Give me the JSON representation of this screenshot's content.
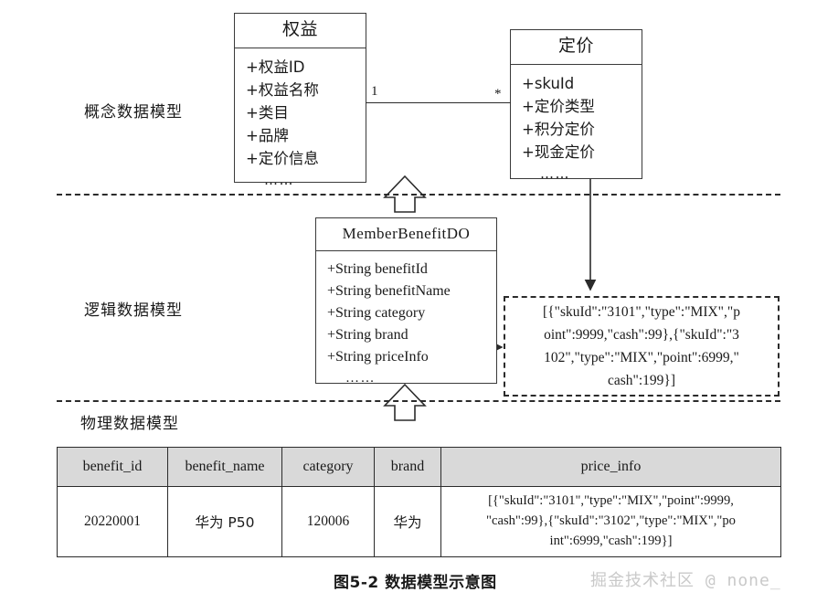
{
  "figure": {
    "caption": "图5-2 数据模型示意图",
    "watermark": "掘金技术社区 @ none_"
  },
  "layers": [
    {
      "label": "概念数据模型"
    },
    {
      "label": "逻辑数据模型"
    },
    {
      "label": "物理数据模型"
    }
  ],
  "conceptual": {
    "class_benefit": {
      "title": "权益",
      "attributes": [
        "+权益ID",
        "+权益名称",
        "+类目",
        "+品牌",
        "+定价信息"
      ],
      "ellipsis": "……"
    },
    "class_price": {
      "title": "定价",
      "attributes": [
        "+skuId",
        "+定价类型",
        "+积分定价",
        "+现金定价"
      ],
      "ellipsis": "……"
    },
    "association": {
      "source_multiplicity": "1",
      "target_multiplicity": "*"
    }
  },
  "logical": {
    "class_do": {
      "title": "MemberBenefitDO",
      "attributes": [
        "+String benefitId",
        "+String benefitName",
        "+String category",
        "+String brand",
        "+String priceInfo"
      ],
      "ellipsis": "……"
    },
    "json_sample": {
      "lines": [
        "[{\"skuId\":\"3101\",\"type\":\"MIX\",\"p",
        "oint\":9999,\"cash\":99},{\"skuId\":\"3",
        "102\",\"type\":\"MIX\",\"point\":6999,\"",
        "cash\":199}]"
      ]
    }
  },
  "physical": {
    "table": {
      "headers": [
        "benefit_id",
        "benefit_name",
        "category",
        "brand",
        "price_info"
      ],
      "rows": [
        {
          "benefit_id": "20220001",
          "benefit_name": "华为 P50",
          "category": "120006",
          "brand": "华为",
          "price_info_lines": [
            "[{\"skuId\":\"3101\",\"type\":\"MIX\",\"point\":9999,",
            "\"cash\":99},{\"skuId\":\"3102\",\"type\":\"MIX\",\"po",
            "int\":6999,\"cash\":199}]"
          ]
        }
      ]
    }
  },
  "colors": {
    "stroke": "#2b2b2b",
    "header_fill": "#d9d9d9",
    "background": "#ffffff",
    "watermark": "#c9c9c9"
  }
}
